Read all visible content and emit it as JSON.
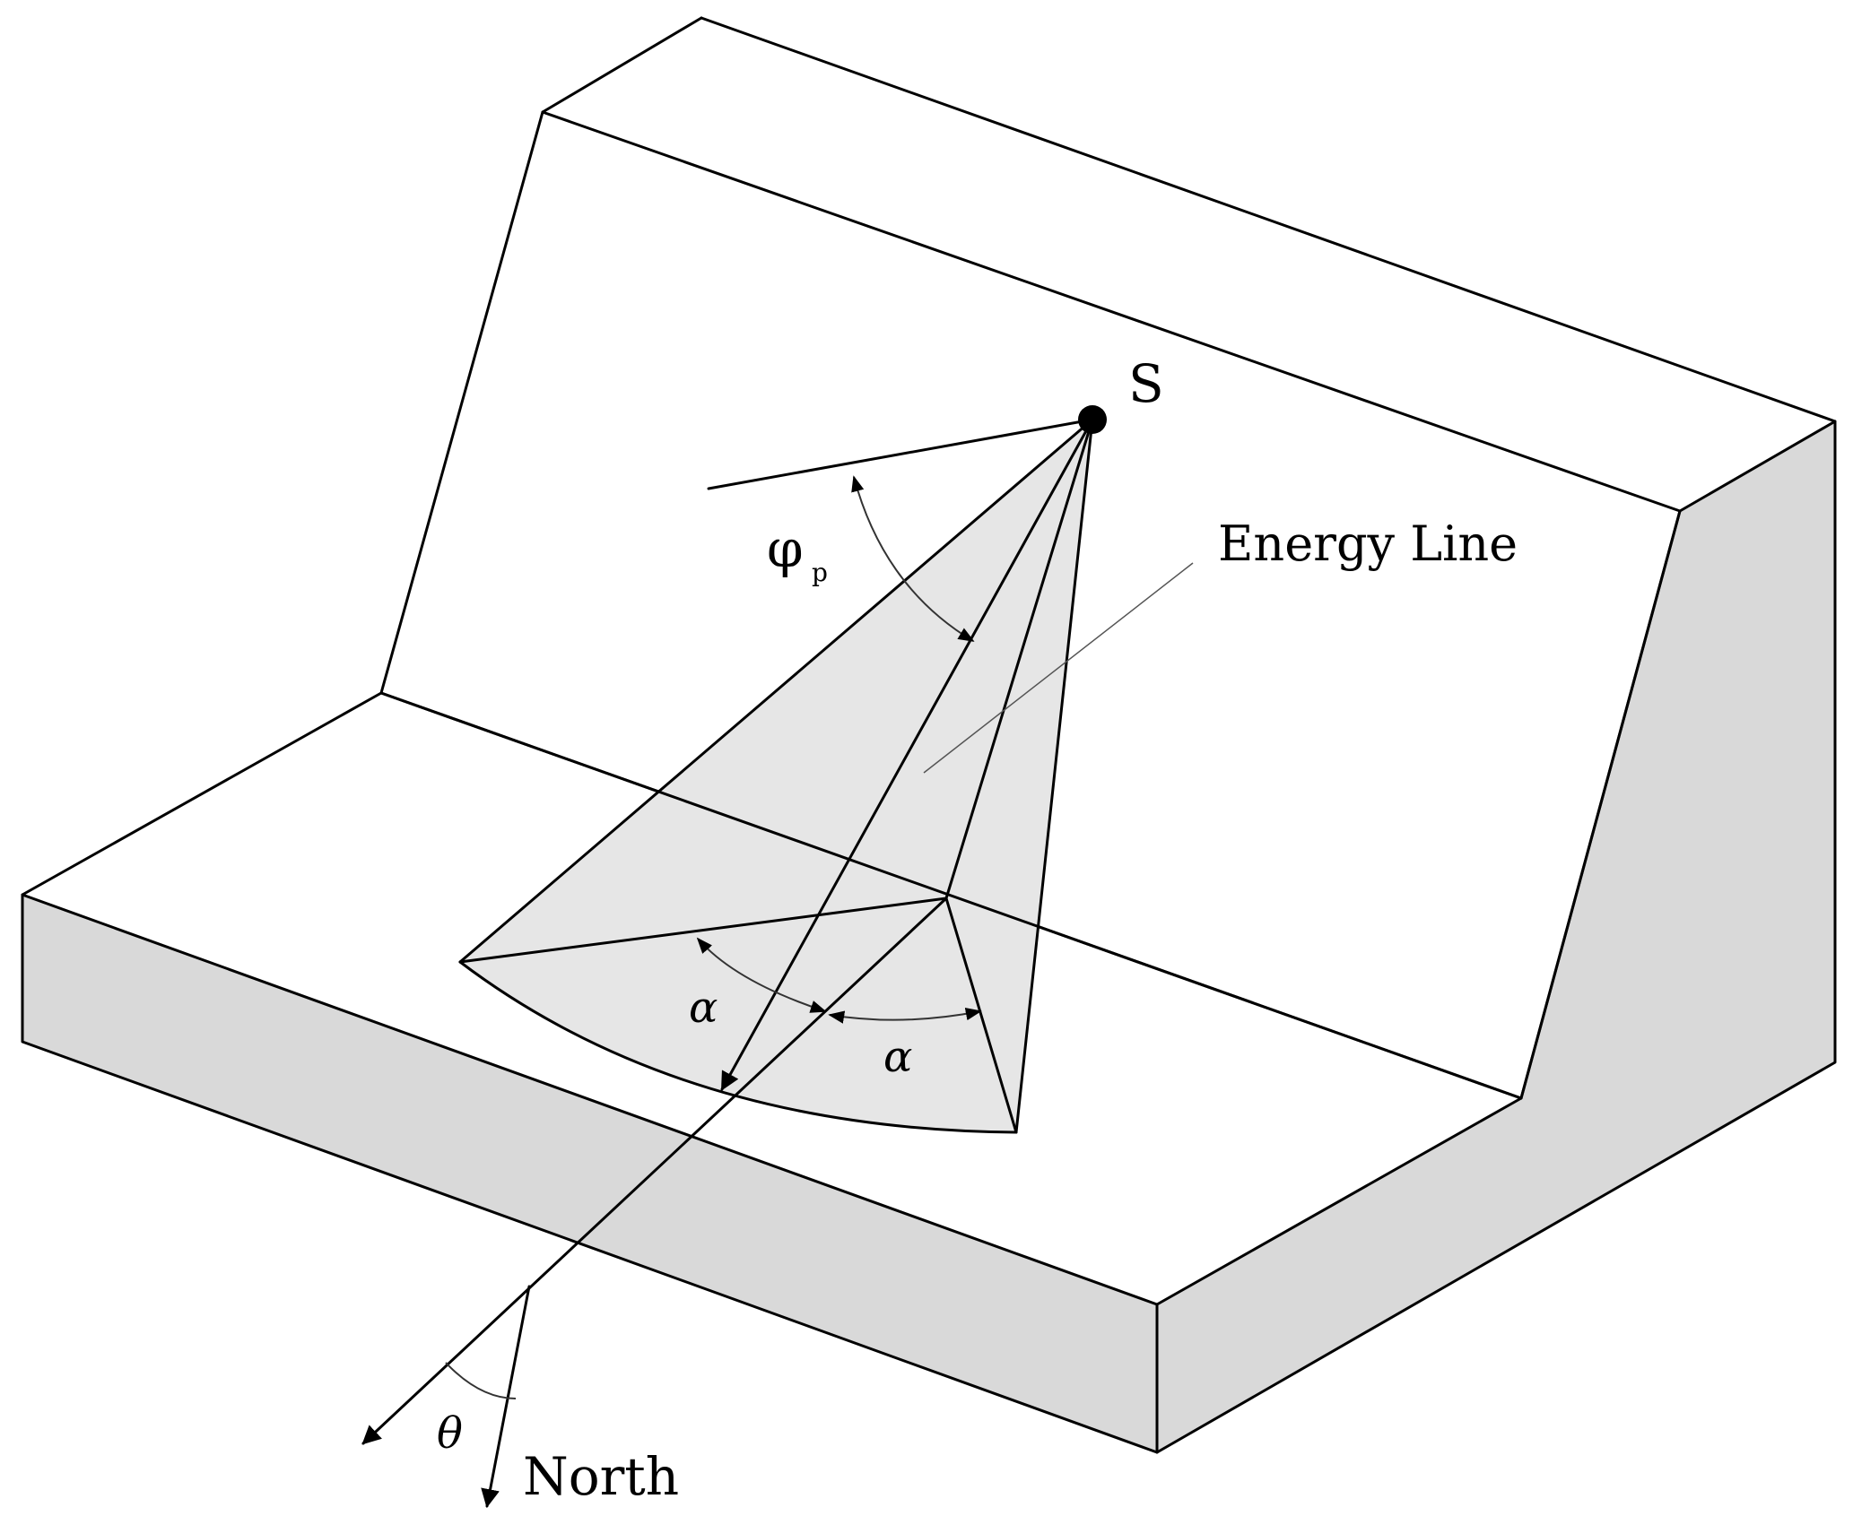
{
  "labels": {
    "source": "S",
    "energy_line": "Energy Line",
    "phi": "φ",
    "phi_sub": "p",
    "alpha_left": "α",
    "alpha_right": "α",
    "theta": "θ",
    "north": "North"
  },
  "colors": {
    "line": "#000000",
    "shaded_face": "#d9d9d9",
    "cone_fill": "#e6e6e6",
    "background": "#ffffff"
  }
}
